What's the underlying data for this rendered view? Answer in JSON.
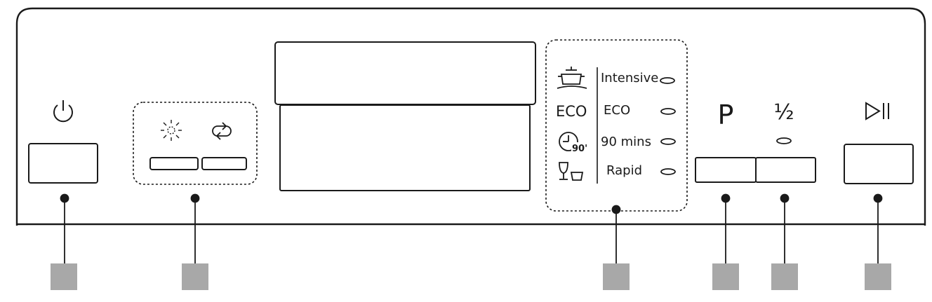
{
  "panel": {
    "power_symbol": "power-icon",
    "option_icons": [
      "sun-icon",
      "refresh-arrows-icon"
    ],
    "program_icons": [
      "pot-icon",
      "eco-text",
      "clock-90-icon",
      "glass-cup-icon"
    ],
    "eco_symbol_text": "ECO",
    "clock_text": "90'",
    "programs": [
      {
        "label": "Intensive"
      },
      {
        "label": "ECO"
      },
      {
        "label": "90 mins"
      },
      {
        "label": "Rapid"
      }
    ],
    "program_button_symbol": "P",
    "half_load_symbol": "½",
    "start_pause_symbol": "play-pause-icon",
    "stroke_color": "#1a1a1a",
    "callout_box_color": "#a8a8a8"
  }
}
